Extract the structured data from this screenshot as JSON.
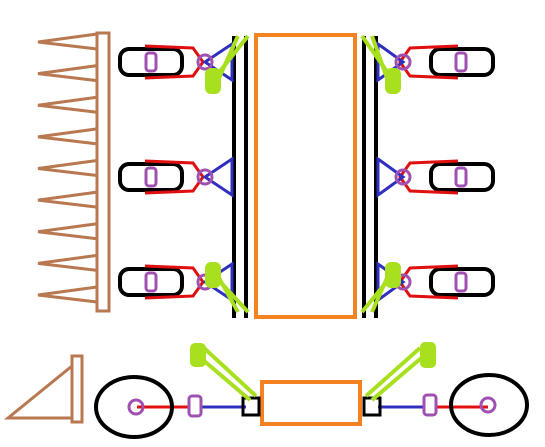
{
  "colors": {
    "body": "#f58220",
    "frame": "#000000",
    "tire": "#000000",
    "hub": "#a050b0",
    "link": "#e01010",
    "wishbone": "#3030c0",
    "strut": "#a8e020",
    "plow": "#b87850",
    "background": "#ffffff"
  },
  "top_view": {
    "wheel_rows": [
      "front",
      "middle",
      "rear"
    ],
    "sides": [
      "left",
      "right"
    ],
    "plow_teeth": 9
  },
  "front_view": {
    "wheels": [
      "left",
      "right"
    ],
    "ramp": "wedge"
  }
}
